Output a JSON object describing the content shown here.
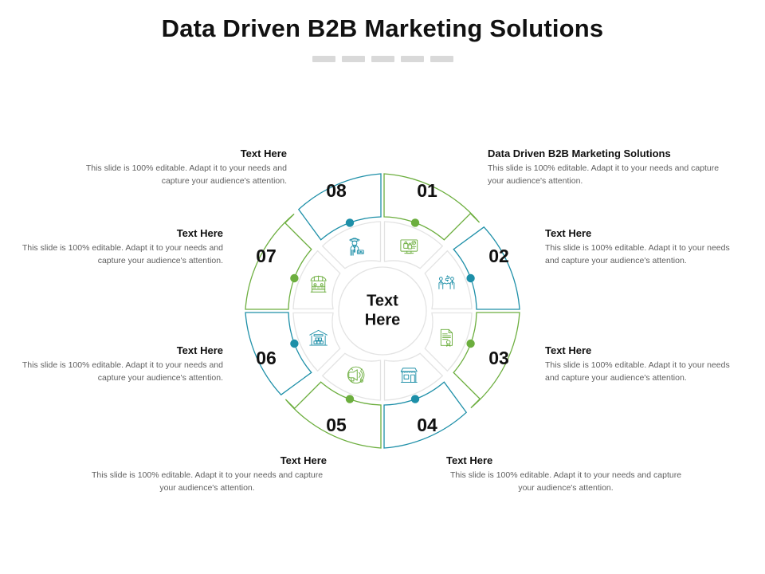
{
  "slide": {
    "title": "Data Driven B2B Marketing Solutions",
    "dash_count": 5,
    "center_label_line1": "Text",
    "center_label_line2": "Here",
    "body_text": "This slide is 100% editable. Adapt it to your needs and capture your audience's attention."
  },
  "colors": {
    "green": "#6cae3e",
    "blue": "#1d8fa8",
    "ring_gray": "#e3e3e3",
    "dash_gray": "#d9d9d9",
    "title": "#111111",
    "body": "#5f5f5f"
  },
  "segments": [
    {
      "number": "01",
      "color": "green",
      "icon": "ecommerce-monitor-icon",
      "heading": "Data Driven B2B Marketing Solutions",
      "body": "This slide is 100% editable. Adapt it to your needs and capture your audience's attention."
    },
    {
      "number": "02",
      "color": "blue",
      "icon": "money-handshake-icon",
      "heading": "Text Here",
      "body": "This slide is 100% editable. Adapt it to your needs and capture your audience's attention."
    },
    {
      "number": "03",
      "color": "green",
      "icon": "certificate-document-icon",
      "heading": "Text Here",
      "body": "This slide is 100% editable. Adapt it to your needs and capture your audience's attention."
    },
    {
      "number": "04",
      "color": "blue",
      "icon": "storefront-icon",
      "heading": "Text Here",
      "body": "This slide is 100% editable. Adapt it to your needs and capture your audience's attention."
    },
    {
      "number": "05",
      "color": "green",
      "icon": "digital-marketing-icon",
      "heading": "Text Here",
      "body": "This slide is 100% editable. Adapt it to your needs and capture your audience's attention."
    },
    {
      "number": "06",
      "color": "blue",
      "icon": "warehouse-icon",
      "heading": "Text Here",
      "body": "This slide is 100% editable. Adapt it to your needs and capture your audience's attention."
    },
    {
      "number": "07",
      "color": "green",
      "icon": "market-stall-icon",
      "heading": "Text Here",
      "body": "This slide is 100% editable. Adapt it to your needs and capture your audience's attention."
    },
    {
      "number": "08",
      "color": "blue",
      "icon": "salesman-sale-icon",
      "heading": "Text Here",
      "body": "This slide is 100% editable. Adapt it to your needs and capture your audience's attention."
    }
  ]
}
